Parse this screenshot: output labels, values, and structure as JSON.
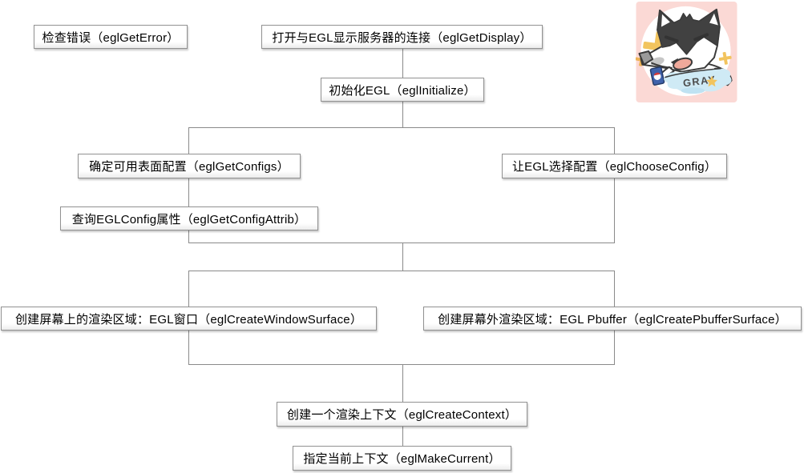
{
  "diagram": {
    "title_hint": "EGL initialization flowchart",
    "nodes": [
      {
        "id": "egl-get-error",
        "label": "检查错误（eglGetError）"
      },
      {
        "id": "egl-get-display",
        "label": "打开与EGL显示服务器的连接（eglGetDisplay）"
      },
      {
        "id": "egl-initialize",
        "label": "初始化EGL（eglInitialize）"
      },
      {
        "id": "egl-get-configs",
        "label": "确定可用表面配置（eglGetConfigs）"
      },
      {
        "id": "egl-choose-config",
        "label": "让EGL选择配置（eglChooseConfig）"
      },
      {
        "id": "egl-get-config-attrib",
        "label": "查询EGLConfig属性（eglGetConfigAttrib）"
      },
      {
        "id": "egl-create-window-surface",
        "label": "创建屏幕上的渲染区域：EGL窗口（eglCreateWindowSurface）"
      },
      {
        "id": "egl-create-pbuffer-surface",
        "label": "创建屏幕外渲染区域：EGL Pbuffer（eglCreatePbufferSurface）"
      },
      {
        "id": "egl-create-context",
        "label": "创建一个渲染上下文（eglCreateContext）"
      },
      {
        "id": "egl-make-current",
        "label": "指定当前上下文（eglMakeCurrent）"
      }
    ],
    "colors": {
      "box_background": "#ffffff",
      "box_border": "#919191",
      "connector_line": "#8a8a8a",
      "text": "#000000"
    }
  },
  "avatar": {
    "label": "GRAY",
    "description": "cartoon husky dog mascot in white circle on pink square, holding blue can, light-blue banner with GRAY and yellow star, yellow sparkle crosses",
    "colors": {
      "background_pink": "#fbd9d5",
      "circle_white": "#ffffff",
      "fur_dark": "#414141",
      "fur_light": "#ffffff",
      "nose_gray": "#9a9a9a",
      "tongue_pink": "#efa99b",
      "banner_blue": "#cfeaf5",
      "accent_yellow": "#f2c45e",
      "can_blue": "#3f62ab"
    }
  }
}
